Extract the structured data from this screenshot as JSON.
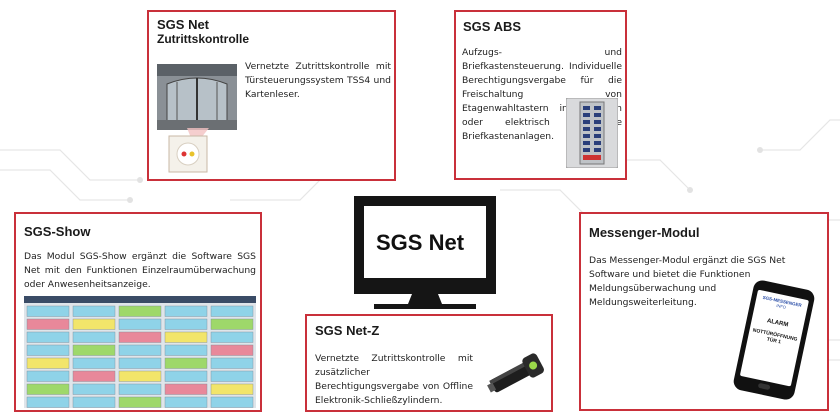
{
  "center": {
    "title": "SGS Net"
  },
  "net": {
    "title": "SGS Net",
    "subtitle": "Zutrittskontrolle",
    "text": "Vernetzte Zutrittskontrolle mit Türsteuerungssystem TSS4 und Kartenleser."
  },
  "abs": {
    "title": "SGS ABS",
    "text": "Aufzugs- und Briefkastensteuerung. Individuelle Berechtigungsvergabe für die Freischaltung von Etagenwahltastern in Aufzügen oder elektrisch verriegelte Briefkastenanlagen."
  },
  "show": {
    "title": "SGS-Show",
    "text": "Das Modul SGS-Show ergänzt die Software SGS Net mit den Funktionen Einzelraumüberwachung oder Anwesenheitsanzeige."
  },
  "netz": {
    "title": "SGS Net-Z",
    "text": "Vernetzte Zutrittskontrolle mit zusätzlicher Berechtigungsvergabe von Offline Elektronik-Schließzylindern."
  },
  "messenger": {
    "title": "Messenger-Modul",
    "text": "Das Messenger-Modul ergänzt die SGS Net Software und bietet die Funktionen Meldungsüberwachung und Meldungsweiterleitung.",
    "phone_header": "SGS-MESSENGER",
    "phone_sub": "INFO",
    "phone_alarm": "ALARM",
    "phone_line1": "NOTTÜRÖFFNUNG",
    "phone_line2": "TÜR 1"
  },
  "colors": {
    "border": "#c9303a",
    "monitor": "#151515"
  }
}
